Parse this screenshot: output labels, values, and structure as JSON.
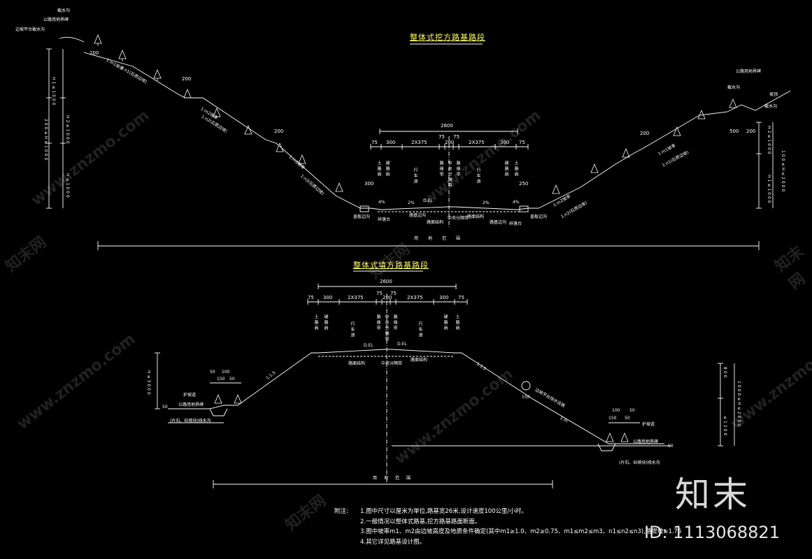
{
  "section_top": {
    "title": "整体式挖方路基路段",
    "total_width": "2600",
    "dims": [
      "75",
      "300",
      "2X375",
      "75",
      "200",
      "75",
      "2X375",
      "300",
      "75"
    ],
    "side_dims_left": "300",
    "side_dims_right": "250",
    "top_left_berm": "200",
    "berm_2": "200",
    "berm_3": "200",
    "right_berm_a": "200",
    "right_berm_b": "500",
    "right_berm_c": "200",
    "left_heights": [
      "H1≤1000",
      "H2≤1000",
      "200≤H≤1000",
      "H≤1000"
    ],
    "right_heights": [
      "H2≤1000",
      "H1≤1000",
      "100≤H≤2000"
    ],
    "slope_labels": [
      "1:m1坡率",
      "1:n1(石质边坡)",
      "1:m2坡率",
      "1:n2(石质边坡)",
      "1:m3坡率",
      "1:n3(石质边坡)",
      "1:m1坡率",
      "1:n1(石质边坡)",
      "1:m2坡率",
      "1:n2(石质边坡)"
    ],
    "lane_labels": [
      "土路肩",
      "硬路肩",
      "行车道",
      "路缘带",
      "中央分隔带",
      "路缘带",
      "行车道",
      "硬路肩",
      "土路肩"
    ],
    "de_label": "D.EL",
    "pct": "2%",
    "slope_pct": "4%",
    "bottom_labels": [
      "盖板边沟",
      "碎落台",
      "路基边沟",
      "路面结构",
      "中央分隔带",
      "路面结构",
      "路基边沟",
      "碎落台",
      "盖板边沟"
    ],
    "top_labels": [
      "截水沟",
      "公路用地界碑",
      "边坡平台截水沟"
    ],
    "right_top_labels": [
      "公路用地界碑",
      "截水沟",
      "坡顶",
      "截水沟"
    ],
    "span_label": "用地范围"
  },
  "section_bottom": {
    "title": "整体式填方路基路段",
    "total_width": "2600",
    "dims": [
      "75",
      "300",
      "2X375",
      "75",
      "200",
      "75",
      "2X375",
      "300",
      "75"
    ],
    "left_h": "H≤3000",
    "left_small_dims": [
      "50",
      "100",
      "150",
      "50"
    ],
    "right_small_dims": [
      "100",
      "50",
      "150",
      "50"
    ],
    "left_labels": [
      "护坡道",
      "公路用地界碑",
      "(片石、砼砌块)排水沟"
    ],
    "right_labels": [
      "护坡道",
      "公路用地界碑",
      "(片石、砼砌块)排水沟"
    ],
    "slope_left": "1:1.5",
    "slope_right": "1:1.5",
    "slope_right_lower": "1:m",
    "right_h": [
      "800",
      "1000≤H≤2000",
      "≤1200"
    ],
    "berm_150": "150",
    "berm_note": "边坡平台排水设施",
    "small_h_50": "50",
    "de_label": "D.EL",
    "lane_labels": [
      "土路肩",
      "硬路肩",
      "行车道",
      "路缘带",
      "中央分隔带",
      "路缘带",
      "行车道",
      "硬路肩",
      "土路肩"
    ],
    "bottom_labels": [
      "路面结构",
      "中央分隔带",
      "路面结构"
    ],
    "span_label": "用地范围"
  },
  "notes": {
    "head": "附注:",
    "lines": [
      "1.图中尺寸以厘米为单位,路基宽26米,设计速度100公里/小时。",
      "2.一般情况以整体式路基,挖方路基路面断面。",
      "3.图中坡率m1、m2由边坡高度及地质条件确定(其中m1≥1.0、m2≥0.75、m1≤m2≤m3、n1≤n2≤n3),路堤坡≥1.75",
      "4.其它详见路基设计图。"
    ]
  },
  "watermark": {
    "site": "www.znzmo.com",
    "brand": "知末网",
    "logo": "知末",
    "id": "ID: 1113068821"
  },
  "colors": {
    "background": "#000000",
    "lines": "#ffffff",
    "title": "#ffff66",
    "accent": "#ffffff"
  }
}
